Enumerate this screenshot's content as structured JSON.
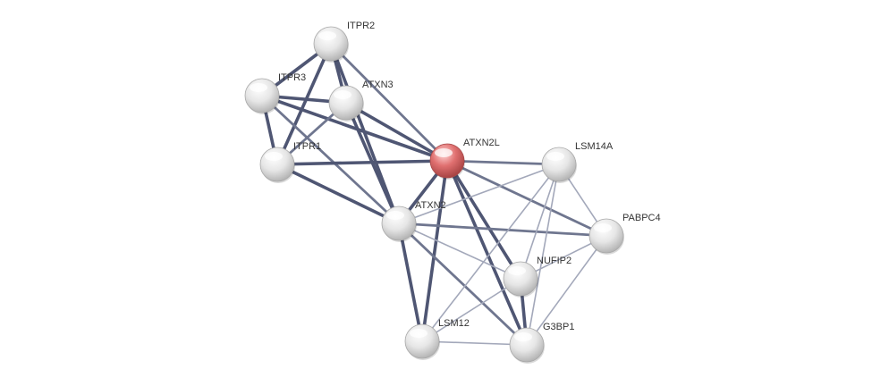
{
  "network": {
    "nodes": [
      {
        "id": "ITPR2",
        "label": "ITPR2",
        "query": false
      },
      {
        "id": "ITPR3",
        "label": "ITPR3",
        "query": false
      },
      {
        "id": "ATXN3",
        "label": "ATXN3",
        "query": false
      },
      {
        "id": "ITPR1",
        "label": "ITPR1",
        "query": false
      },
      {
        "id": "ATXN2L",
        "label": "ATXN2L",
        "query": true
      },
      {
        "id": "LSM14A",
        "label": "LSM14A",
        "query": false
      },
      {
        "id": "ATXN2",
        "label": "ATXN2",
        "query": false
      },
      {
        "id": "PABPC4",
        "label": "PABPC4",
        "query": false
      },
      {
        "id": "NUFIP2",
        "label": "NUFIP2",
        "query": false
      },
      {
        "id": "LSM12",
        "label": "LSM12",
        "query": false
      },
      {
        "id": "G3BP1",
        "label": "G3BP1",
        "query": false
      }
    ],
    "edges": [
      {
        "source": "ITPR2",
        "target": "ITPR3",
        "strength": "strong"
      },
      {
        "source": "ITPR2",
        "target": "ATXN3",
        "strength": "strong"
      },
      {
        "source": "ITPR2",
        "target": "ITPR1",
        "strength": "strong"
      },
      {
        "source": "ITPR2",
        "target": "ATXN2L",
        "strength": "medium"
      },
      {
        "source": "ITPR2",
        "target": "ATXN2",
        "strength": "strong"
      },
      {
        "source": "ITPR3",
        "target": "ATXN3",
        "strength": "strong"
      },
      {
        "source": "ITPR3",
        "target": "ITPR1",
        "strength": "strong"
      },
      {
        "source": "ITPR3",
        "target": "ATXN2L",
        "strength": "strong"
      },
      {
        "source": "ITPR3",
        "target": "ATXN2",
        "strength": "medium"
      },
      {
        "source": "ATXN3",
        "target": "ITPR1",
        "strength": "medium"
      },
      {
        "source": "ATXN3",
        "target": "ATXN2L",
        "strength": "strong"
      },
      {
        "source": "ATXN3",
        "target": "ATXN2",
        "strength": "strong"
      },
      {
        "source": "ITPR1",
        "target": "ATXN2L",
        "strength": "strong"
      },
      {
        "source": "ITPR1",
        "target": "ATXN2",
        "strength": "strong"
      },
      {
        "source": "ATXN2L",
        "target": "LSM14A",
        "strength": "medium"
      },
      {
        "source": "ATXN2L",
        "target": "ATXN2",
        "strength": "strong"
      },
      {
        "source": "ATXN2L",
        "target": "PABPC4",
        "strength": "medium"
      },
      {
        "source": "ATXN2L",
        "target": "NUFIP2",
        "strength": "strong"
      },
      {
        "source": "ATXN2L",
        "target": "LSM12",
        "strength": "strong"
      },
      {
        "source": "ATXN2L",
        "target": "G3BP1",
        "strength": "strong"
      },
      {
        "source": "ATXN2",
        "target": "LSM14A",
        "strength": "light"
      },
      {
        "source": "ATXN2",
        "target": "PABPC4",
        "strength": "medium"
      },
      {
        "source": "ATXN2",
        "target": "NUFIP2",
        "strength": "light"
      },
      {
        "source": "ATXN2",
        "target": "LSM12",
        "strength": "strong"
      },
      {
        "source": "ATXN2",
        "target": "G3BP1",
        "strength": "medium"
      },
      {
        "source": "LSM14A",
        "target": "PABPC4",
        "strength": "light"
      },
      {
        "source": "LSM14A",
        "target": "NUFIP2",
        "strength": "light"
      },
      {
        "source": "LSM14A",
        "target": "LSM12",
        "strength": "light"
      },
      {
        "source": "LSM14A",
        "target": "G3BP1",
        "strength": "light"
      },
      {
        "source": "PABPC4",
        "target": "NUFIP2",
        "strength": "light"
      },
      {
        "source": "PABPC4",
        "target": "G3BP1",
        "strength": "light"
      },
      {
        "source": "NUFIP2",
        "target": "LSM12",
        "strength": "light"
      },
      {
        "source": "NUFIP2",
        "target": "G3BP1",
        "strength": "strong"
      },
      {
        "source": "LSM12",
        "target": "G3BP1",
        "strength": "light"
      }
    ],
    "colors": {
      "query_node": "#e07070",
      "node": "#e8e8e8",
      "edge_strong": "#4f5673",
      "edge_medium": "#6f768f",
      "edge_light": "#a3a8ba",
      "label": "#333333"
    }
  }
}
